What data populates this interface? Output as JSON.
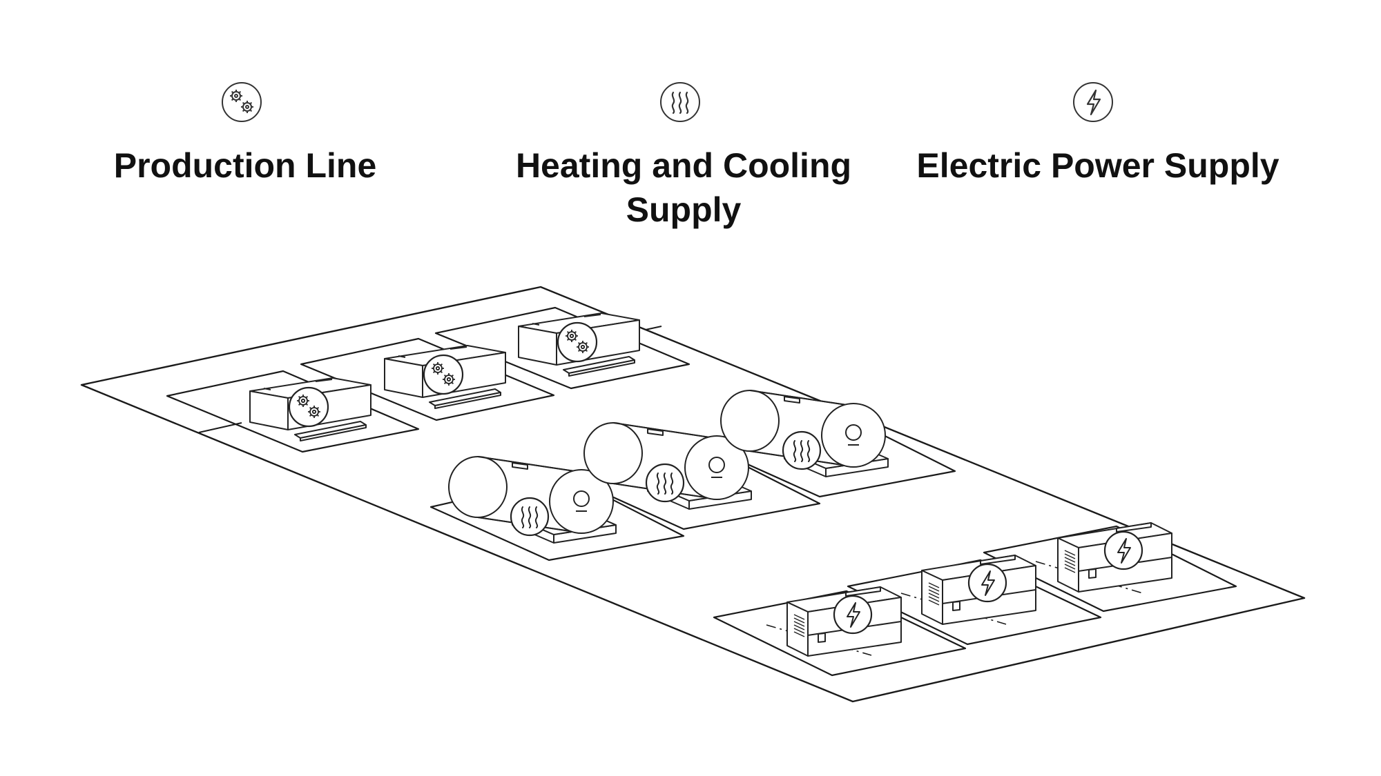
{
  "legend": [
    {
      "id": "production",
      "label": "Production Line",
      "icon": "gears-icon"
    },
    {
      "id": "heating",
      "label": "Heating and Cooling Supply",
      "icon": "heat-waves-icon"
    },
    {
      "id": "power",
      "label": "Electric Power Supply",
      "icon": "lightning-bolt-icon"
    }
  ],
  "colors": {
    "stroke": "#1a1a1a",
    "text": "#111111",
    "background": "#ffffff"
  }
}
